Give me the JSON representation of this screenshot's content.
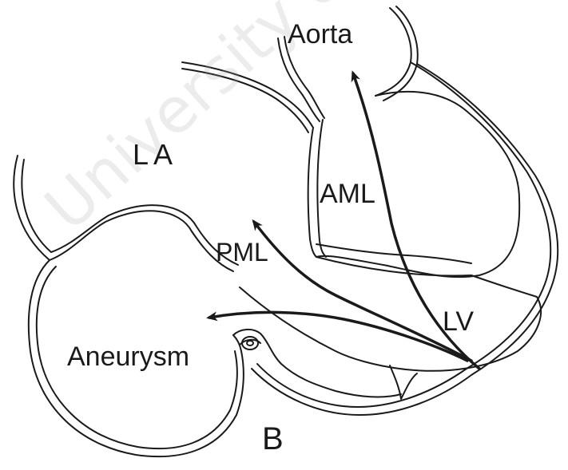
{
  "figure_label": "B",
  "labels": {
    "aorta": "Aorta",
    "left_atrium": "LA",
    "anterior_mitral_leaflet": "AML",
    "posterior_mitral_leaflet": "PML",
    "left_ventricle": "LV",
    "aneurysm": "Aneurysm"
  },
  "watermark": "University of Cape Town",
  "colors": {
    "ink": "#1a1a1a",
    "background": "#ffffff",
    "watermark": "#aaaaaa"
  }
}
